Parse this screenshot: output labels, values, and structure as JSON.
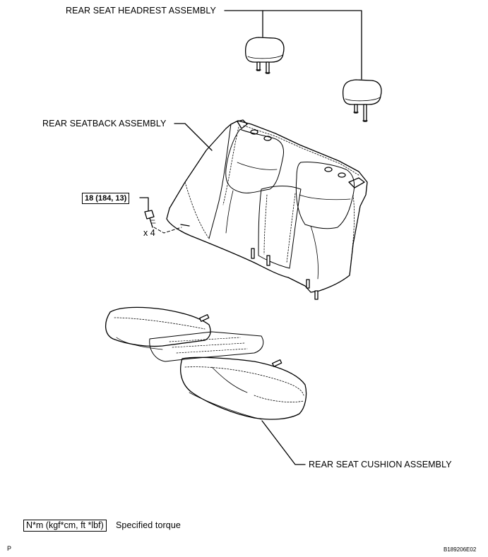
{
  "labels": {
    "headrest": "REAR SEAT HEADREST ASSEMBLY",
    "seatback": "REAR SEATBACK ASSEMBLY",
    "cushion": "REAR SEAT CUSHION ASSEMBLY"
  },
  "torque": {
    "value": "18 (184, 13)",
    "quantity": "x 4"
  },
  "legend": {
    "box_text": "N*m (kgf*cm, ft *lbf)",
    "description": "Specified torque"
  },
  "footer": {
    "page_marker": "P",
    "figure_id": "B189206E02"
  }
}
